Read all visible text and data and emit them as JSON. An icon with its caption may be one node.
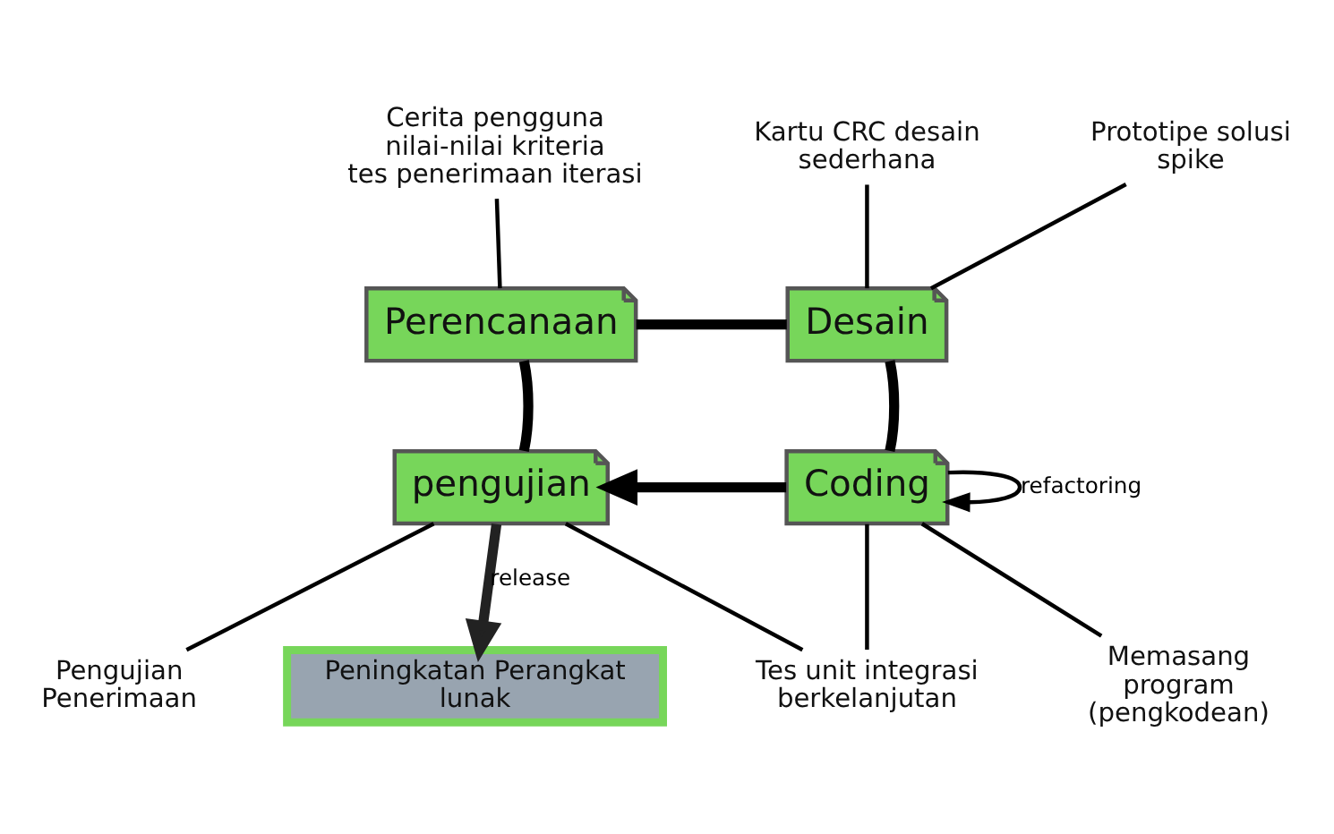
{
  "diagram": {
    "nodes": [
      {
        "text": [
          "Cerita pengguna nilai-nilai kriteria tes penerimaan iterasi"
        ]
      },
      {
        "text": [
          "Kartu CRC desain sederhana"
        ]
      },
      {
        "text": [
          "Prototipe solusi spike"
        ]
      },
      {
        "text": [
          "Perencanaan"
        ]
      },
      {
        "text": [
          "Desain"
        ]
      },
      {
        "text": [
          "Coding"
        ]
      },
      {
        "text": [
          "pengujian"
        ]
      },
      {
        "text": [
          "Memasang program (pengkodean)"
        ]
      },
      {
        "text": [
          "Tes unit integrasi berkelanjutan"
        ]
      },
      {
        "text": [
          "Pengujian Penerimaan"
        ]
      },
      {
        "text": [
          "Peningkatan Perangkat lunak"
        ]
      }
    ],
    "edges": [
      {
        "from": 0,
        "to": 3,
        "arrow": "none"
      },
      {
        "from": 1,
        "to": 4,
        "arrow": "none"
      },
      {
        "from": 2,
        "to": 4,
        "arrow": "none"
      },
      {
        "from": 3,
        "to": 4,
        "arrow": "none",
        "style": "thick"
      },
      {
        "from": 4,
        "to": 5,
        "arrow": "none",
        "style": "thick"
      },
      {
        "from": 5,
        "to": 5,
        "arrow": "to",
        "label": "refactoring"
      },
      {
        "from": 5,
        "to": 6,
        "arrow": "to",
        "style": "thick"
      },
      {
        "from": 6,
        "to": 3,
        "arrow": "none",
        "style": "thick"
      },
      {
        "from": 7,
        "to": 5,
        "arrow": "none"
      },
      {
        "from": 8,
        "to": 5,
        "arrow": "none"
      },
      {
        "from": 8,
        "to": 6,
        "arrow": "none"
      },
      {
        "from": 9,
        "to": 6,
        "arrow": "none"
      },
      {
        "from": 6,
        "to": 10,
        "arrow": "to",
        "label": "release",
        "style": "thick",
        "color": "#222222"
      }
    ]
  }
}
